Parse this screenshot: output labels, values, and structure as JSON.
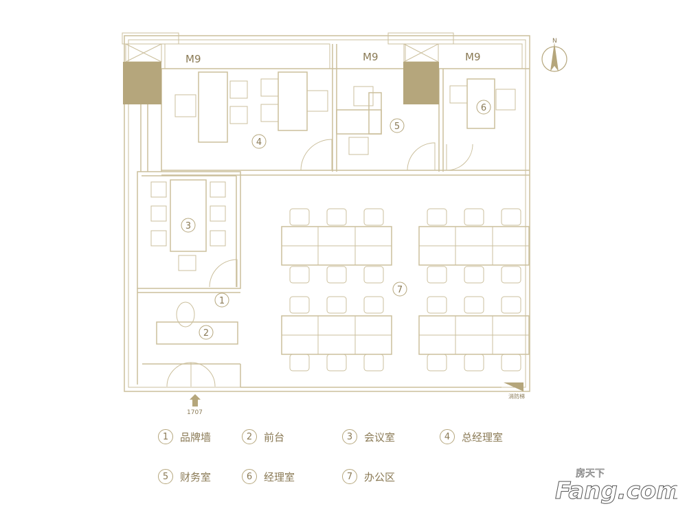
{
  "plan": {
    "door_code": "M9",
    "north_label": "N",
    "entrance_code": "1707",
    "stair_label": "消防梯",
    "room_numbers": [
      "4",
      "5",
      "6",
      "3",
      "1",
      "2",
      "7"
    ]
  },
  "legend": [
    {
      "num": "1",
      "label": "品牌墙"
    },
    {
      "num": "2",
      "label": "前台"
    },
    {
      "num": "3",
      "label": "会议室"
    },
    {
      "num": "4",
      "label": "总经理室"
    },
    {
      "num": "5",
      "label": "财务室"
    },
    {
      "num": "6",
      "label": "经理室"
    },
    {
      "num": "7",
      "label": "办公区"
    }
  ],
  "watermark": {
    "cn": "房天下",
    "brand": "Fang.com"
  },
  "colors": {
    "line": "#cbbf9c",
    "wall_fill": "#b5a67c",
    "text": "#8a7a55"
  }
}
